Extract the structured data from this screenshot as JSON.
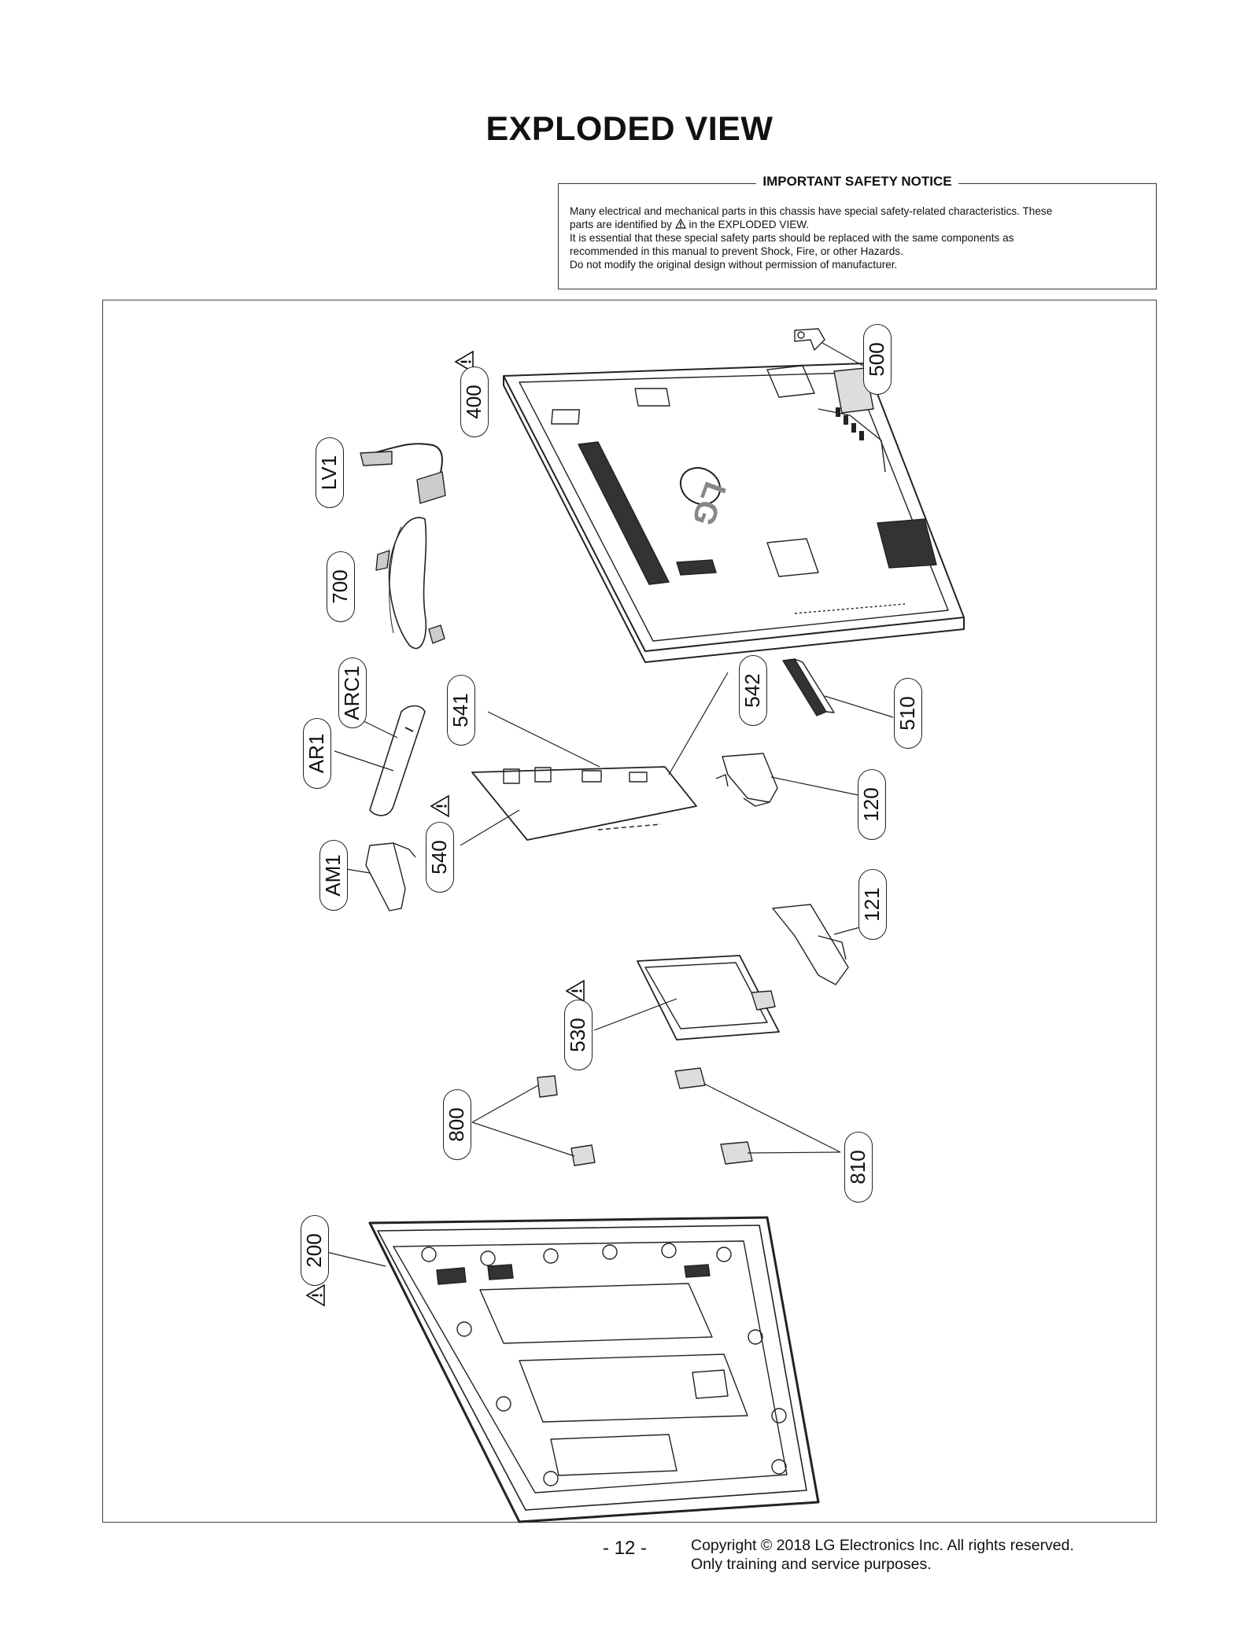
{
  "page": {
    "title": "EXPLODED VIEW",
    "page_number": "- 12 -"
  },
  "notice": {
    "heading": "IMPORTANT SAFETY NOTICE",
    "line1": "Many electrical and mechanical parts in this chassis have special safety-related characteristics. These",
    "line2_before": "parts are identified by",
    "line2_after": "in the EXPLODED VIEW.",
    "line3": "It is essential that these special safety parts should be replaced with the same components as",
    "line4": "recommended in this manual to prevent Shock, Fire, or other Hazards.",
    "line5": "Do not modify the original design without permission of manufacturer."
  },
  "parts": {
    "p500": "500",
    "p400": "400",
    "lv1": "LV1",
    "p700": "700",
    "arc1": "ARC1",
    "ar1": "AR1",
    "p541": "541",
    "p542": "542",
    "p510": "510",
    "p120": "120",
    "p540": "540",
    "am1": "AM1",
    "p121": "121",
    "p530": "530",
    "p800": "800",
    "p810": "810",
    "p200": "200"
  },
  "logo": {
    "text": "LG"
  },
  "footer": {
    "copyright": "Copyright © 2018 LG Electronics Inc. All rights reserved.",
    "purpose": "Only training and service purposes."
  },
  "icons": {
    "safety_mark": "warning-triangle-icon"
  }
}
